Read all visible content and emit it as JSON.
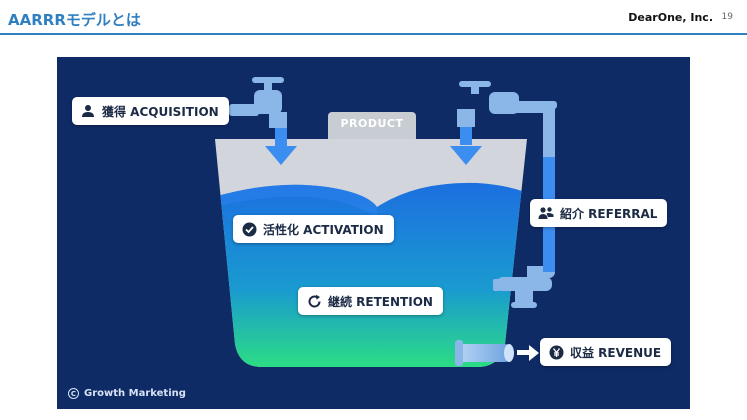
{
  "header": {
    "title": "AARRRモデルとは",
    "company": "DearOne, Inc.",
    "page_number": "19"
  },
  "diagram": {
    "product_label": "PRODUCT",
    "stages": [
      {
        "id": "acquisition",
        "label": "獲得 ACQUISITION",
        "icon": "person-icon"
      },
      {
        "id": "activation",
        "label": "活性化 ACTIVATION",
        "icon": "check-circle-icon"
      },
      {
        "id": "retention",
        "label": "継続 RETENTION",
        "icon": "refresh-icon"
      },
      {
        "id": "referral",
        "label": "紹介 REFERRAL",
        "icon": "people-icon"
      },
      {
        "id": "revenue",
        "label": "収益 REVENUE",
        "icon": "yen-icon"
      }
    ],
    "credit": "Growth Marketing",
    "colors": {
      "panel": "#0f2b66",
      "header_accent": "#2f7fc1",
      "water_top": "#1c6fe0",
      "water_bottom": "#2ee57a",
      "pipe": "#8ab7e8"
    }
  }
}
